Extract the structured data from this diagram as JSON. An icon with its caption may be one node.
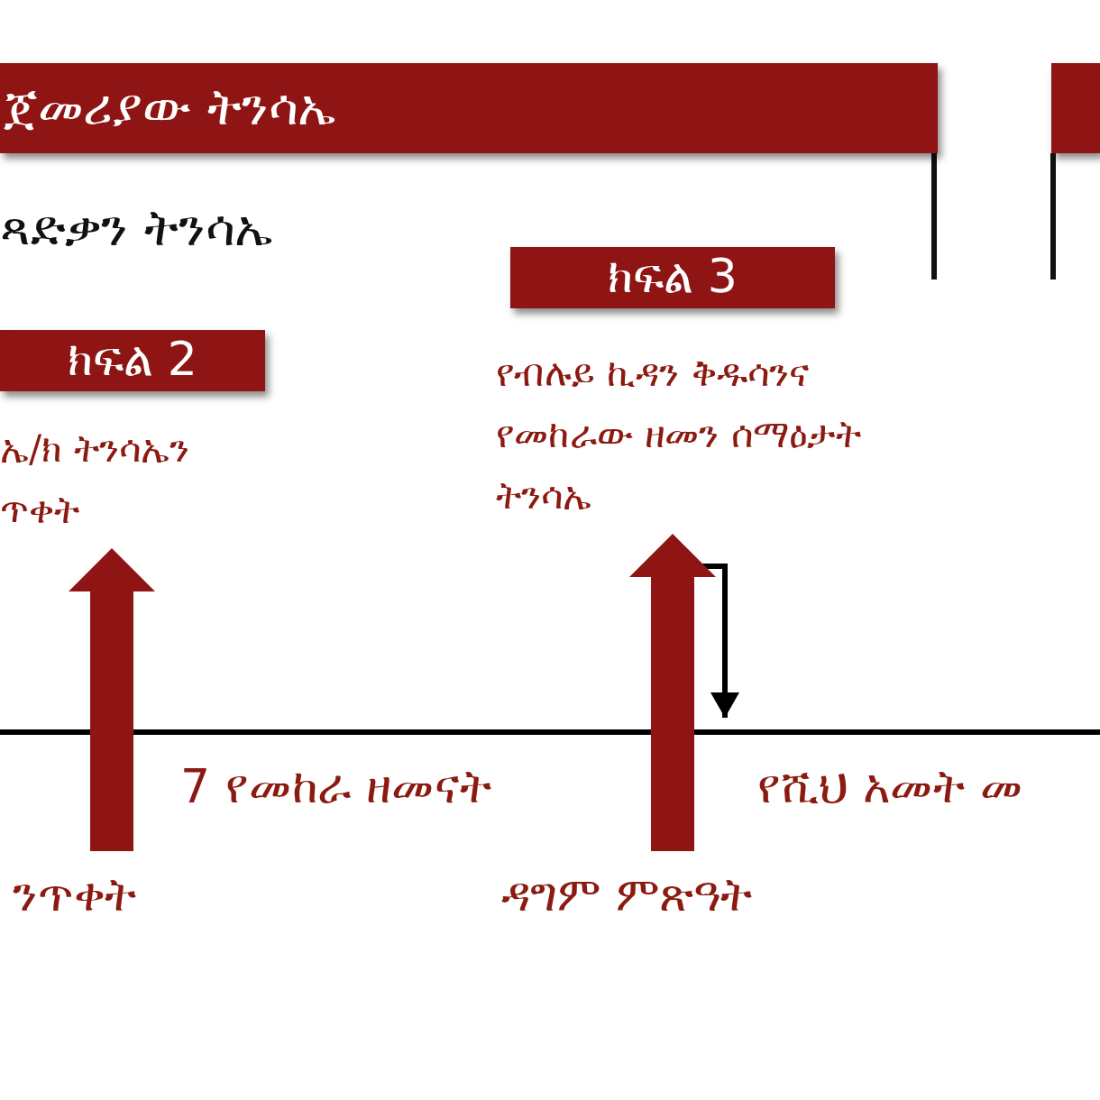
{
  "diagram": {
    "nodes": [
      {
        "text": [
          "ጀመሪያው ትንሳኤ"
        ]
      },
      {
        "text": [],
        "shape": "box"
      },
      {
        "text": [
          "ክፍል 3"
        ]
      },
      {
        "text": [
          "ክፍል 2"
        ]
      },
      {
        "text": [
          "ኤ/ክ ትንሳኤን ጥቀት"
        ]
      },
      {
        "text": [
          "የብሉይ ኪዳን ቅዱሳንና የመከራው ዘመን ሰማዕታት ትንሳኤ"
        ]
      },
      {
        "text": [
          "ንጥቀት"
        ]
      },
      {
        "text": [
          "ዳግም ምጽዓት"
        ]
      }
    ],
    "edges": [
      {
        "from": 6,
        "to": 4,
        "arrow": "to"
      },
      {
        "from": 7,
        "to": 5,
        "arrow": "to"
      }
    ],
    "labels": [
      "ጻድቃን ትንሳኤ",
      "7 የመከራ ዘመናት",
      "የሺህ አመት መ"
    ]
  }
}
